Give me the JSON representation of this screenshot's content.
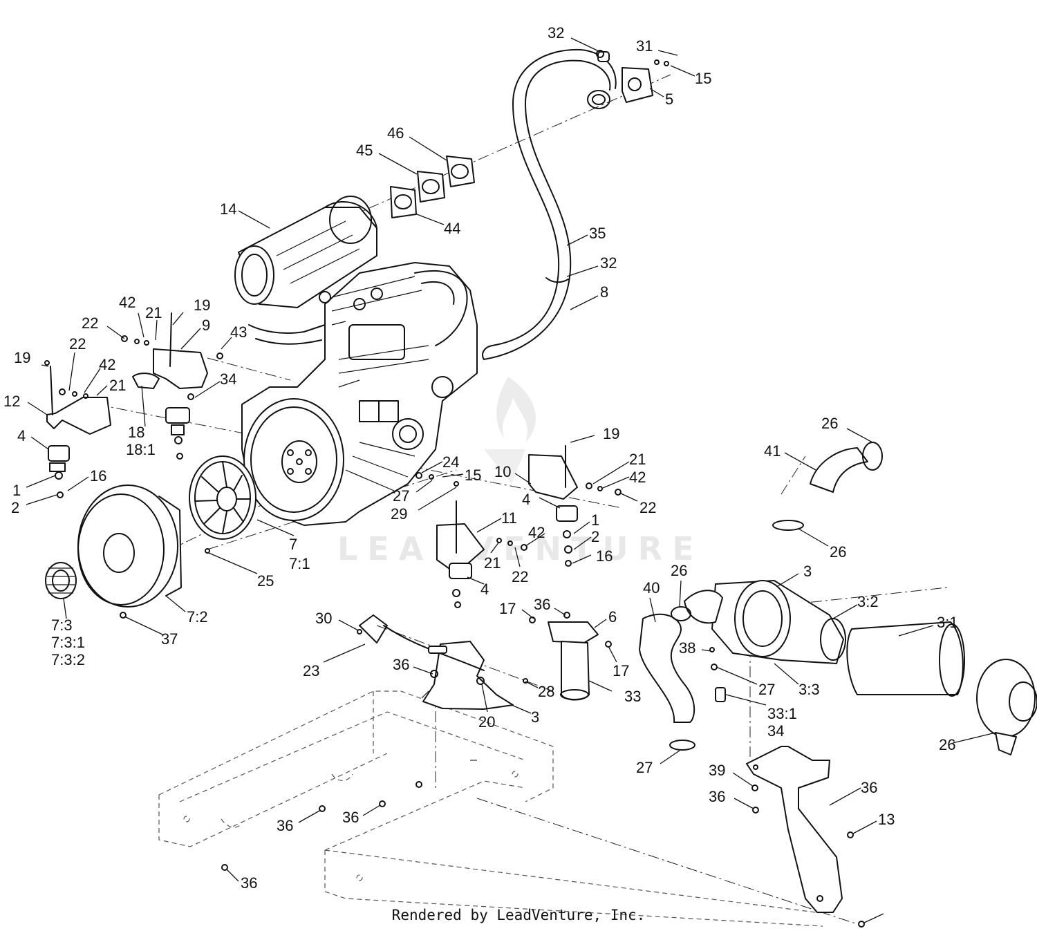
{
  "footer": {
    "text": "Rendered by LeadVenture, Inc."
  },
  "watermark": {
    "text": "LEADVENTURE"
  },
  "callouts": [
    "32",
    "31",
    "15",
    "5",
    "46",
    "45",
    "44",
    "14",
    "35",
    "32",
    "8",
    "42",
    "21",
    "19",
    "22",
    "9",
    "43",
    "22",
    "19",
    "42",
    "21",
    "34",
    "12",
    "4",
    "18",
    "18:1",
    "1",
    "2",
    "16",
    "19",
    "24",
    "15",
    "10",
    "21",
    "42",
    "27",
    "29",
    "4",
    "22",
    "11",
    "42",
    "1",
    "2",
    "21",
    "16",
    "22",
    "7",
    "7:1",
    "25",
    "4",
    "7:2",
    "37",
    "7:3",
    "7:3:1",
    "7:3:2",
    "26",
    "41",
    "26",
    "3",
    "40",
    "26",
    "3:2",
    "3:1",
    "17",
    "36",
    "6",
    "30",
    "17",
    "38",
    "27",
    "3:3",
    "23",
    "36",
    "28",
    "33",
    "33:1",
    "34",
    "20",
    "3",
    "26",
    "27",
    "39",
    "36",
    "36",
    "13",
    "36",
    "36",
    "36"
  ]
}
